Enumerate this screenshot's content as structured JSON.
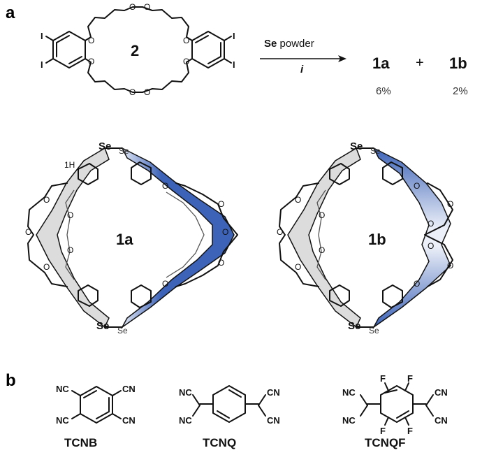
{
  "panel_a_label": "a",
  "panel_b_label": "b",
  "reaction": {
    "reactant_label": "2",
    "reagent_bold": "Se",
    "reagent_rest": " powder",
    "condition": "i",
    "product1": "1a",
    "plus": "+",
    "product2": "1b",
    "yield1": "6%",
    "yield2": "2%",
    "iodine": "I",
    "oxygen": "O"
  },
  "structures": {
    "left_label": "1a",
    "right_label": "1b",
    "se_bold": "Se",
    "se_light": "Se",
    "h_label": "1H",
    "oxygen": "O"
  },
  "acceptors": [
    {
      "name": "TCNB",
      "group": "CN",
      "group_left": "NC"
    },
    {
      "name": "TCNQ",
      "group": "CN",
      "group_left": "NC"
    },
    {
      "name": "TCNQF",
      "group": "CN",
      "group_left": "NC",
      "halogen": "F"
    }
  ],
  "colors": {
    "blue": "#3d63b8",
    "grey_fill": "#dcdcdc",
    "bond": "#111111"
  }
}
